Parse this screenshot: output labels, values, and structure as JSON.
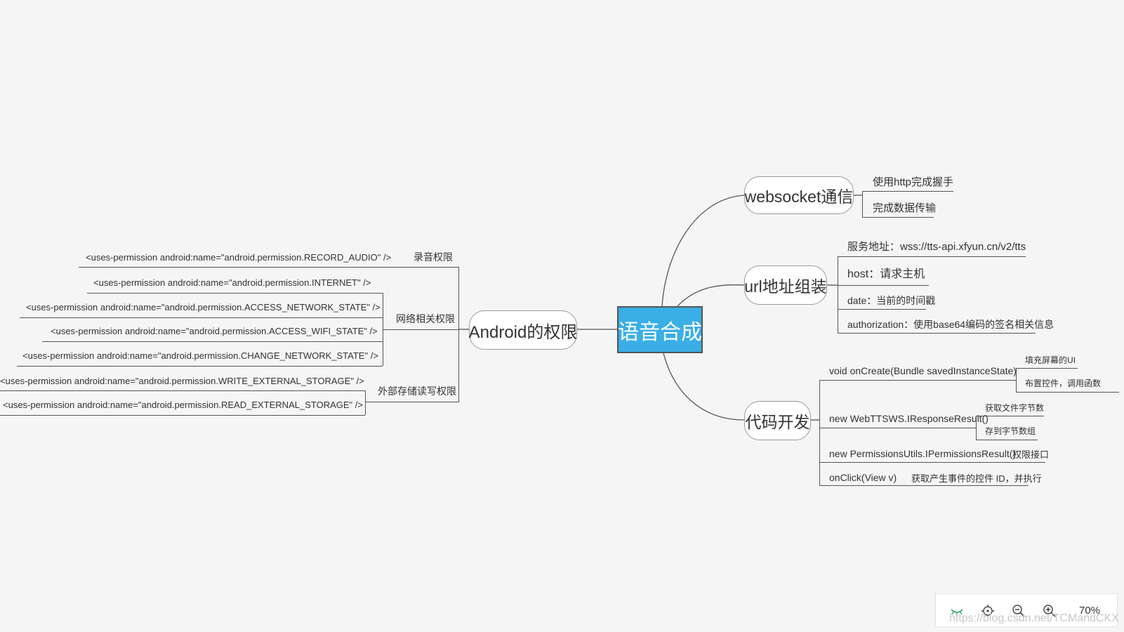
{
  "center": "语音合成",
  "right": {
    "websocket": {
      "label": "websocket通信",
      "items": [
        "使用http完成握手",
        "完成数据传输"
      ]
    },
    "url": {
      "label": "url地址组装",
      "items": [
        "服务地址：wss://tts-api.xfyun.cn/v2/tts",
        "host：请求主机",
        "date：当前的时间戳",
        "authorization：使用base64编码的签名相关信息"
      ]
    },
    "code": {
      "label": "代码开发",
      "items": [
        {
          "text": "void onCreate(Bundle savedInstanceState)",
          "subs": [
            "填充屏幕的UI",
            "布置控件，调用函数"
          ]
        },
        {
          "text": "new WebTTSWS.IResponseResult()",
          "subs": [
            "获取文件字节数",
            "存到字节数组"
          ]
        },
        {
          "text": "new PermissionsUtils.IPermissionsResult()",
          "subs": [
            "权限接口"
          ]
        },
        {
          "text": "onClick(View v)",
          "subs": [
            "获取产生事件的控件 ID，并执行"
          ]
        }
      ]
    }
  },
  "left": {
    "android": {
      "label": "Android的权限",
      "groups": [
        {
          "label": "录音权限",
          "items": [
            "<uses-permission android:name=\"android.permission.RECORD_AUDIO\" />"
          ]
        },
        {
          "label": "网络相关权限",
          "items": [
            "<uses-permission android:name=\"android.permission.INTERNET\" />",
            "<uses-permission android:name=\"android.permission.ACCESS_NETWORK_STATE\" />",
            "<uses-permission android:name=\"android.permission.ACCESS_WIFI_STATE\" />",
            "<uses-permission android:name=\"android.permission.CHANGE_NETWORK_STATE\" />"
          ]
        },
        {
          "label": "外部存储读写权限",
          "items": [
            "<uses-permission android:name=\"android.permission.WRITE_EXTERNAL_STORAGE\" />",
            "<uses-permission android:name=\"android.permission.READ_EXTERNAL_STORAGE\" />"
          ]
        }
      ]
    }
  },
  "toolbar": {
    "icons": [
      "eye-icon",
      "fit-to-screen-icon",
      "zoom-out-icon",
      "zoom-in-icon"
    ],
    "zoom": "70%"
  },
  "watermark": "https://blog.csdn.net/TCMandCKX",
  "colors": {
    "center_fill": "#3aaee6",
    "background": "#f5f5f5",
    "line": "#555555"
  }
}
